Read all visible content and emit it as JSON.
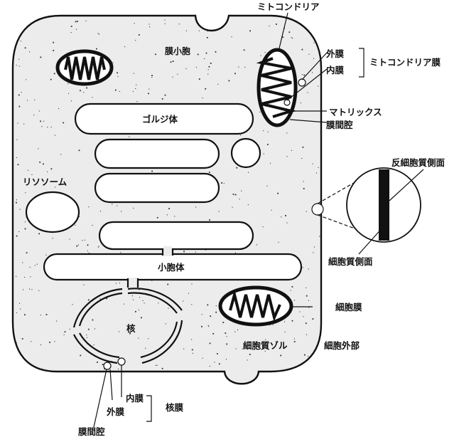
{
  "labels": {
    "mito_top": "ミトコンドリア",
    "outer_membrane_mito": "外膜",
    "inner_membrane_mito": "内膜",
    "mito_membrane": "ミトコンドリア膜",
    "matrix": "マトリックス",
    "intermembrane_mito": "膜間腔",
    "vesicle": "膜小胞",
    "golgi": "ゴルジ体",
    "lysosome": "リソソーム",
    "anti_cytoplasmic": "反細胞質側面",
    "cytoplasmic_side": "細胞質側面",
    "er": "小胞体",
    "nucleus": "核",
    "cell_membrane": "細胞膜",
    "cytosol": "細胞質ゾル",
    "extracellular": "細胞外部",
    "inner_membrane_nuc": "内膜",
    "outer_membrane_nuc": "外膜",
    "nuclear_membrane": "核膜",
    "intermembrane_nuc": "膜間腔"
  },
  "colors": {
    "cell_fill": "#ececec",
    "outline": "#111111",
    "organelle_fill": "#ffffff"
  }
}
